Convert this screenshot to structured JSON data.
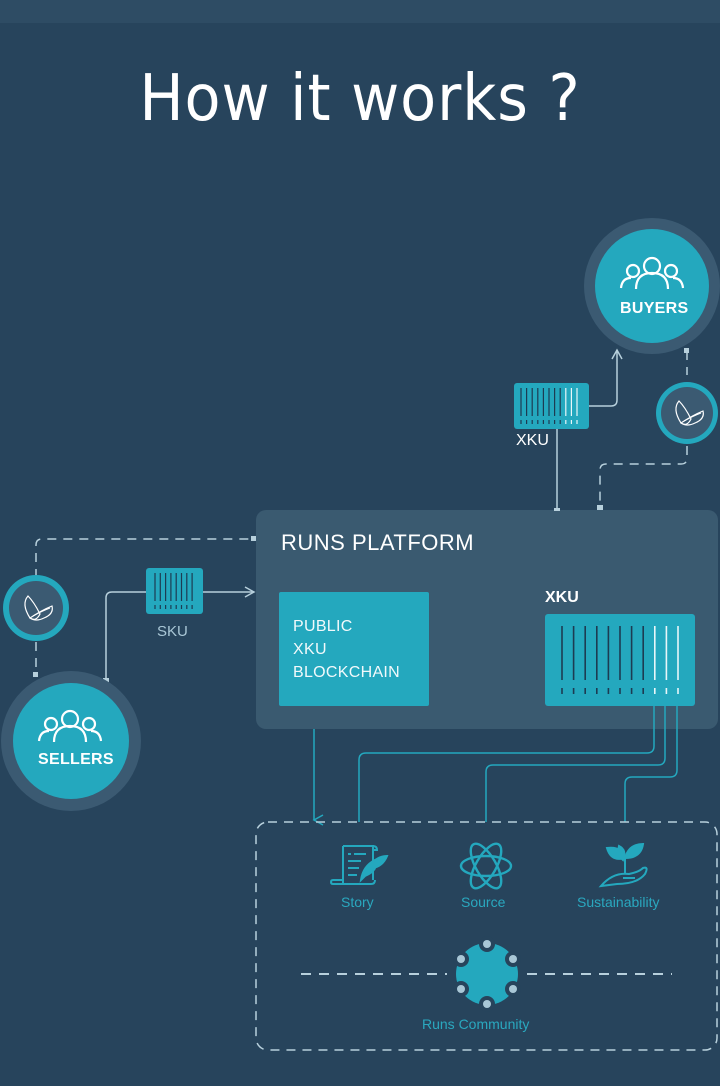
{
  "page": {
    "title": "How it works ?"
  },
  "colors": {
    "background": "#27445c",
    "panel": "#3a5a70",
    "accent": "#24a8be",
    "halo": "#3b5a72",
    "line": "#b7d0dc",
    "attribute_text": "#2aa8bf"
  },
  "nodes": {
    "buyers": {
      "label": "BUYERS",
      "icon": "people-group-icon"
    },
    "sellers": {
      "label": "SELLERS",
      "icon": "people-group-icon"
    },
    "buyer_token": {
      "icon": "runs-logo-icon"
    },
    "seller_token": {
      "icon": "runs-logo-icon"
    }
  },
  "platform": {
    "title": "RUNS PLATFORM",
    "chain_lines": [
      "PUBLIC",
      "XKU",
      "BLOCKCHAIN"
    ],
    "xku_label": "XKU"
  },
  "codes": {
    "sku_label": "SKU",
    "xku_label": "XKU"
  },
  "attributes": [
    {
      "label": "Story",
      "icon": "scroll-quill-icon"
    },
    {
      "label": "Source",
      "icon": "atom-icon"
    },
    {
      "label": "Sustainability",
      "icon": "hand-plant-icon"
    }
  ],
  "community": {
    "label": "Runs Community",
    "icon": "community-network-icon"
  }
}
